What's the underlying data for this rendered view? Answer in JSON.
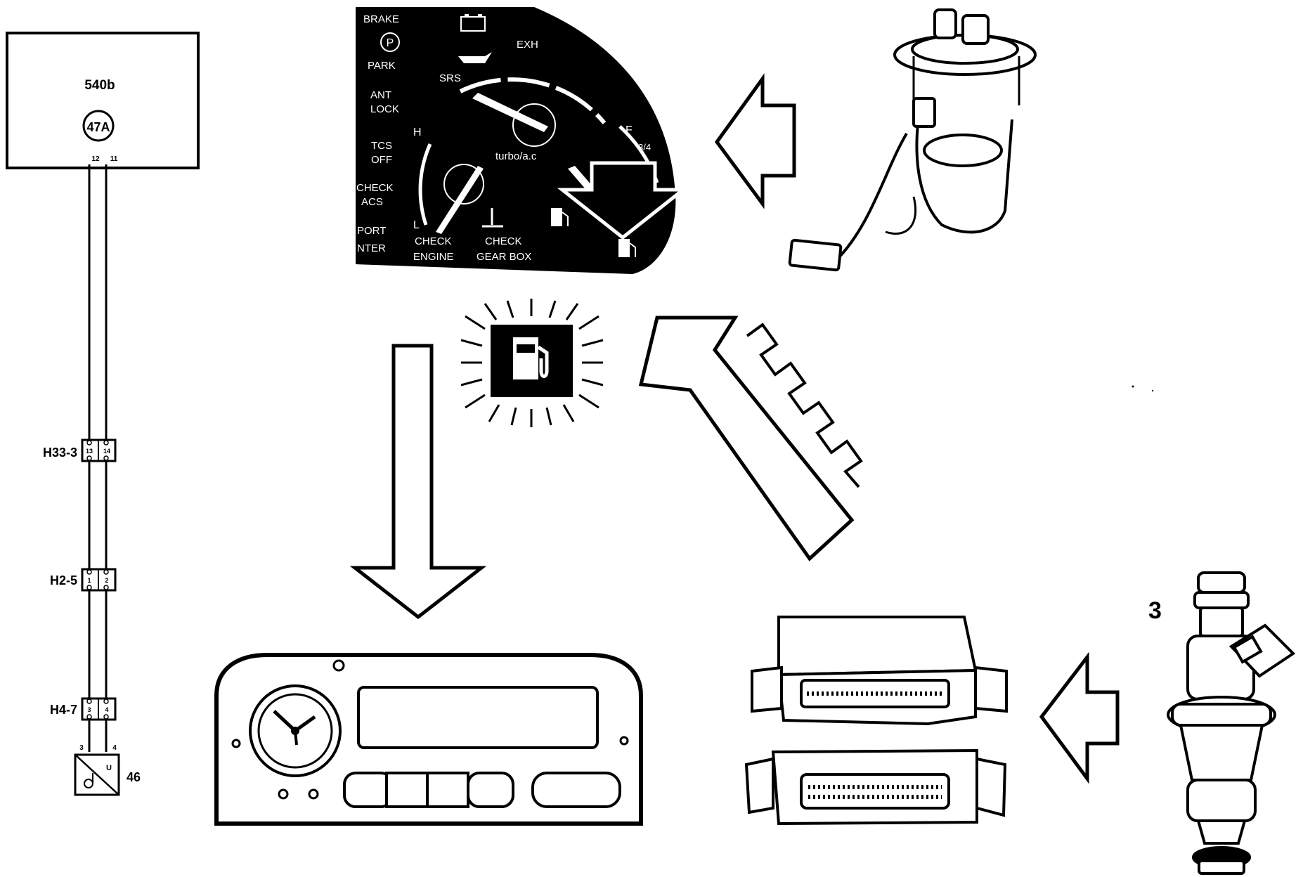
{
  "wiring": {
    "module_label": "540b",
    "connector_label": "47A",
    "module_pins": [
      "12",
      "11"
    ],
    "junctions": [
      {
        "label": "H33-3",
        "pins": [
          "13",
          "14"
        ]
      },
      {
        "label": "H2-5",
        "pins": [
          "1",
          "2"
        ]
      },
      {
        "label": "H4-7",
        "pins": [
          "3",
          "4"
        ]
      }
    ],
    "sensor_pins": [
      "3",
      "4"
    ],
    "sensor_label": "46",
    "sensor_symbol": "U"
  },
  "instrument_cluster": {
    "indicator_labels": {
      "brake": "BRAKE",
      "park": "PARK",
      "park_symbol": "P",
      "srs": "SRS",
      "exh": "EXH",
      "anti_lock_1": "ANT",
      "anti_lock_2": "LOCK",
      "tcs_1": "TCS",
      "tcs_2": "OFF",
      "check_acs_1": "CHECK",
      "check_acs_2": "ACS",
      "sport_1": "PORT",
      "sport_2": "NTER",
      "check_engine_1": "CHECK",
      "check_engine_2": "ENGINE",
      "check_gearbox_1": "CHECK",
      "check_gearbox_2": "GEAR BOX"
    },
    "gauge_labels": {
      "boost": "turbo/a.c",
      "temp_high": "H",
      "temp_low": "L",
      "fuel_full": "F",
      "fuel_three_quarter": "3/4"
    }
  },
  "callout_number": "3",
  "colors": {
    "ink": "#000000",
    "paper": "#ffffff",
    "dial_gray": "#444444"
  }
}
